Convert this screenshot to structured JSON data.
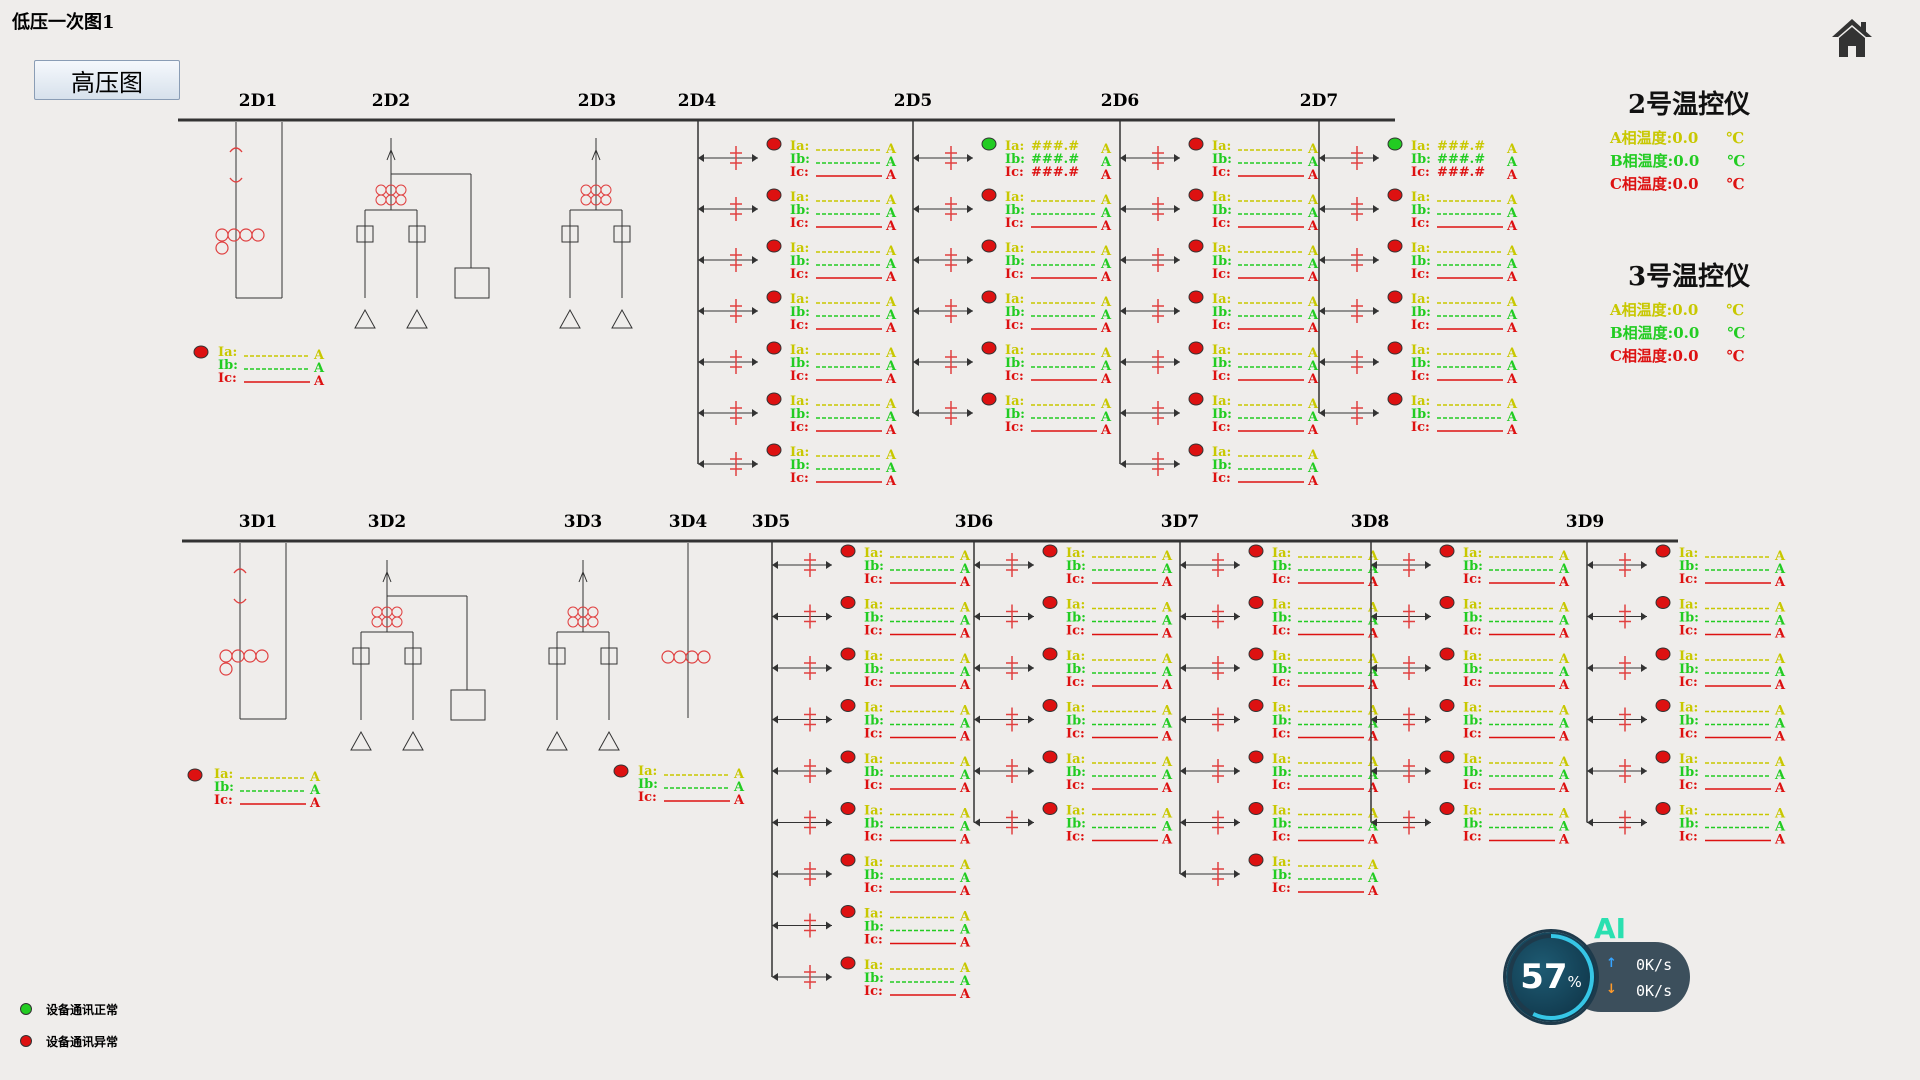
{
  "page_title": "低压一次图1",
  "hv_button_label": "高压图",
  "bus1_labels": [
    "2D1",
    "2D2",
    "2D3",
    "2D4",
    "2D5",
    "2D6",
    "2D7"
  ],
  "bus2_labels": [
    "3D1",
    "3D2",
    "3D3",
    "3D4",
    "3D5",
    "3D6",
    "3D7",
    "3D8",
    "3D9"
  ],
  "meter_labels": [
    "Ia:",
    "Ib:",
    "Ic:"
  ],
  "unit": "A",
  "hash_value": "###.#",
  "temp2": {
    "title": "2号温控仪",
    "rows": [
      {
        "label": "A相温度:",
        "value": "0.0",
        "unit": "℃"
      },
      {
        "label": "B相温度:",
        "value": "0.0",
        "unit": "℃"
      },
      {
        "label": "C相温度:",
        "value": "0.0",
        "unit": "℃"
      }
    ]
  },
  "temp3": {
    "title": "3号温控仪",
    "rows": [
      {
        "label": "A相温度:",
        "value": "0.0",
        "unit": "℃"
      },
      {
        "label": "B相温度:",
        "value": "0.0",
        "unit": "℃"
      },
      {
        "label": "C相温度:",
        "value": "0.0",
        "unit": "℃"
      }
    ]
  },
  "legend": [
    {
      "label": "设备通讯正常",
      "status": "ok"
    },
    {
      "label": "设备通讯异常",
      "status": "err"
    }
  ],
  "ai_widget": {
    "label": "AI",
    "percent": "57",
    "percent_sign": "%",
    "up_speed": "0K/s",
    "down_speed": "0K/s"
  },
  "feeder_groups": [
    {
      "bus": 1,
      "count": 7,
      "ok_rows": []
    },
    {
      "bus": 1,
      "count": 6,
      "ok_rows": [
        0
      ]
    },
    {
      "bus": 1,
      "count": 7,
      "ok_rows": []
    },
    {
      "bus": 1,
      "count": 6,
      "ok_rows": [
        0
      ]
    },
    {
      "bus": 2,
      "count": 9,
      "ok_rows": []
    },
    {
      "bus": 2,
      "count": 6,
      "ok_rows": []
    },
    {
      "bus": 2,
      "count": 7,
      "ok_rows": []
    },
    {
      "bus": 2,
      "count": 6,
      "ok_rows": []
    },
    {
      "bus": 2,
      "count": 6,
      "ok_rows": []
    }
  ],
  "colors": {
    "ia": "#c8c800",
    "ib": "#22cc22",
    "ic": "#dd1111",
    "ok": "#22cc22",
    "err": "#dd1111",
    "line": "#333333",
    "symbol": "#e04040"
  }
}
